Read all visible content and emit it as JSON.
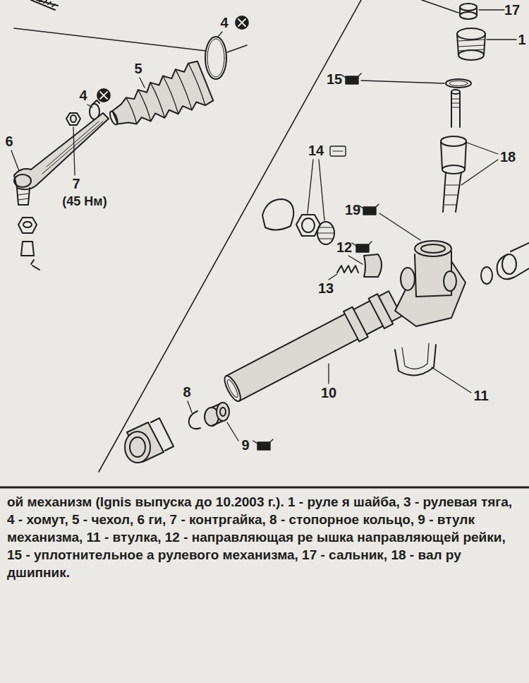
{
  "diagram": {
    "caption": "ой механизм (Ignis выпуска до 10.2003 г.). 1 - руле я шайба, 3 - рулевая тяга, 4 - хомут, 5 - чехол, 6 ги, 7 - контргайка, 8 - стопорное кольцо, 9 - втулк механизма, 11 - втулка, 12 - направляющая ре ышка направляющей рейки, 15 - уплотнительное а рулевого механизма, 17 - сальник, 18 - вал ру дшипник.",
    "labels": [
      "4",
      "5",
      "4",
      "6",
      "7",
      "(45 Нм)",
      "8",
      "9",
      "10",
      "11",
      "12",
      "13",
      "14",
      "15",
      "17",
      "1",
      "18",
      "19"
    ]
  }
}
